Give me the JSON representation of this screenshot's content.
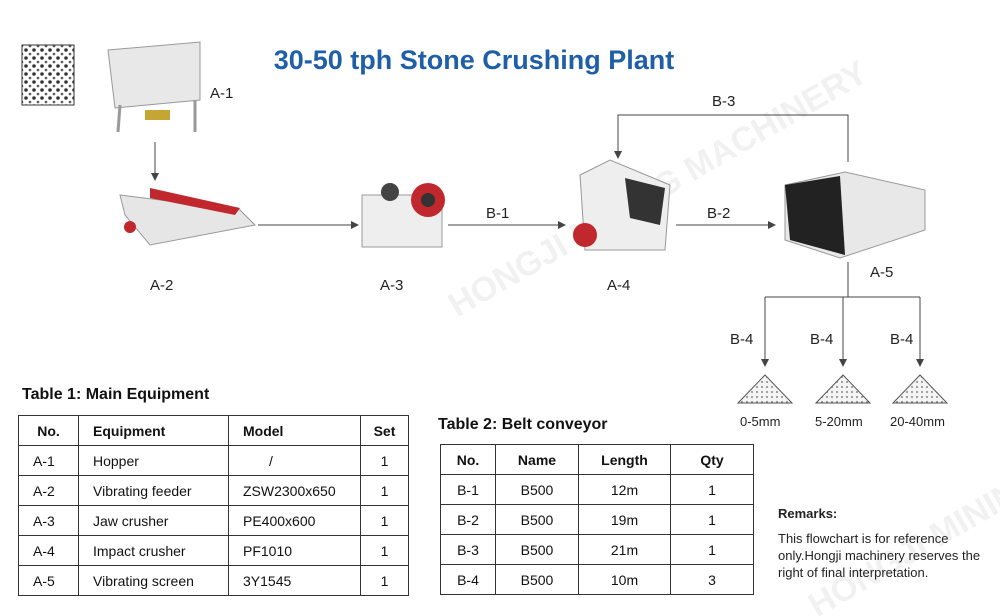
{
  "title": "30-50 tph Stone Crushing Plant",
  "watermark": "HONGJI MINING MACHINERY",
  "flow": {
    "equipment_labels": [
      "A-1",
      "A-2",
      "A-3",
      "A-4",
      "A-5"
    ],
    "conveyor_labels": {
      "b1": "B-1",
      "b2": "B-2",
      "b3": "B-3",
      "b4": [
        "B-4",
        "B-4",
        "B-4"
      ]
    },
    "products": [
      "0-5mm",
      "5-20mm",
      "20-40mm"
    ]
  },
  "colors": {
    "title": "#1f5fa8",
    "machine_red": "#c0282d",
    "machine_gray": "#e6e6e6"
  },
  "table1": {
    "title": "Table 1: Main Equipment",
    "headers": [
      "No.",
      "Equipment",
      "Model",
      "Set"
    ],
    "rows": [
      [
        "A-1",
        "Hopper",
        "/",
        "1"
      ],
      [
        "A-2",
        "Vibrating feeder",
        "ZSW2300x650",
        "1"
      ],
      [
        "A-3",
        "Jaw crusher",
        "PE400x600",
        "1"
      ],
      [
        "A-4",
        "Impact crusher",
        "PF1010",
        "1"
      ],
      [
        "A-5",
        "Vibrating screen",
        "3Y1545",
        "1"
      ]
    ]
  },
  "table2": {
    "title": "Table 2: Belt conveyor",
    "headers": [
      "No.",
      "Name",
      "Length",
      "Qty"
    ],
    "rows": [
      [
        "B-1",
        "B500",
        "12m",
        "1"
      ],
      [
        "B-2",
        "B500",
        "19m",
        "1"
      ],
      [
        "B-3",
        "B500",
        "21m",
        "1"
      ],
      [
        "B-4",
        "B500",
        "10m",
        "3"
      ]
    ]
  },
  "remarks": {
    "title": "Remarks:",
    "text": "This flowchart is for reference only.Hongji machinery reserves the right of final interpretation."
  }
}
